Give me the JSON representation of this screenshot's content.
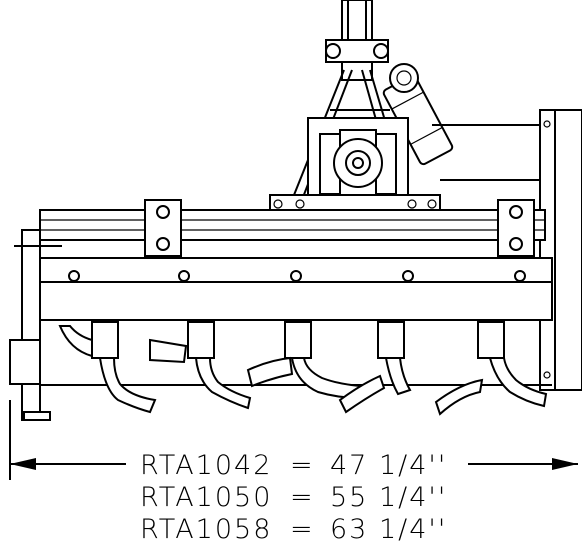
{
  "specs": [
    {
      "model": "RTA1042",
      "width": "47 1/4''"
    },
    {
      "model": "RTA1050",
      "width": "55 1/4''"
    },
    {
      "model": "RTA1058",
      "width": "63 1/4''"
    }
  ],
  "equals_sign": "="
}
